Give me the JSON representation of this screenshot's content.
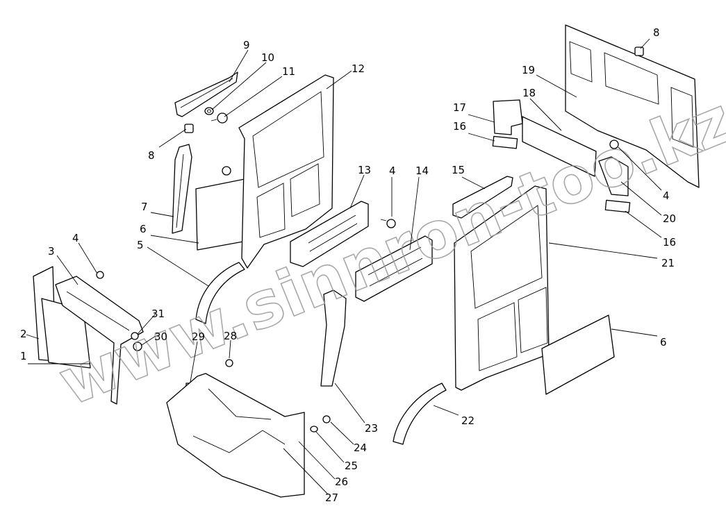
{
  "watermark": "www.sinnron-too.kz",
  "callouts": [
    {
      "id": "c1",
      "label": "1"
    },
    {
      "id": "c2",
      "label": "2"
    },
    {
      "id": "c3",
      "label": "3"
    },
    {
      "id": "c4a",
      "label": "4"
    },
    {
      "id": "c5",
      "label": "5"
    },
    {
      "id": "c6a",
      "label": "6"
    },
    {
      "id": "c7",
      "label": "7"
    },
    {
      "id": "c8a",
      "label": "8"
    },
    {
      "id": "c9",
      "label": "9"
    },
    {
      "id": "c10",
      "label": "10"
    },
    {
      "id": "c11",
      "label": "11"
    },
    {
      "id": "c12",
      "label": "12"
    },
    {
      "id": "c13",
      "label": "13"
    },
    {
      "id": "c4b",
      "label": "4"
    },
    {
      "id": "c14",
      "label": "14"
    },
    {
      "id": "c15",
      "label": "15"
    },
    {
      "id": "c17",
      "label": "17"
    },
    {
      "id": "c16a",
      "label": "16"
    },
    {
      "id": "c18",
      "label": "18"
    },
    {
      "id": "c19",
      "label": "19"
    },
    {
      "id": "c8b",
      "label": "8"
    },
    {
      "id": "c4c",
      "label": "4"
    },
    {
      "id": "c20",
      "label": "20"
    },
    {
      "id": "c16b",
      "label": "16"
    },
    {
      "id": "c21",
      "label": "21"
    },
    {
      "id": "c6b",
      "label": "6"
    },
    {
      "id": "c22",
      "label": "22"
    },
    {
      "id": "c23",
      "label": "23"
    },
    {
      "id": "c24",
      "label": "24"
    },
    {
      "id": "c25",
      "label": "25"
    },
    {
      "id": "c26",
      "label": "26"
    },
    {
      "id": "c27",
      "label": "27"
    },
    {
      "id": "c28",
      "label": "28"
    },
    {
      "id": "c29",
      "label": "29"
    },
    {
      "id": "c30",
      "label": "30"
    },
    {
      "id": "c31",
      "label": "31"
    }
  ]
}
